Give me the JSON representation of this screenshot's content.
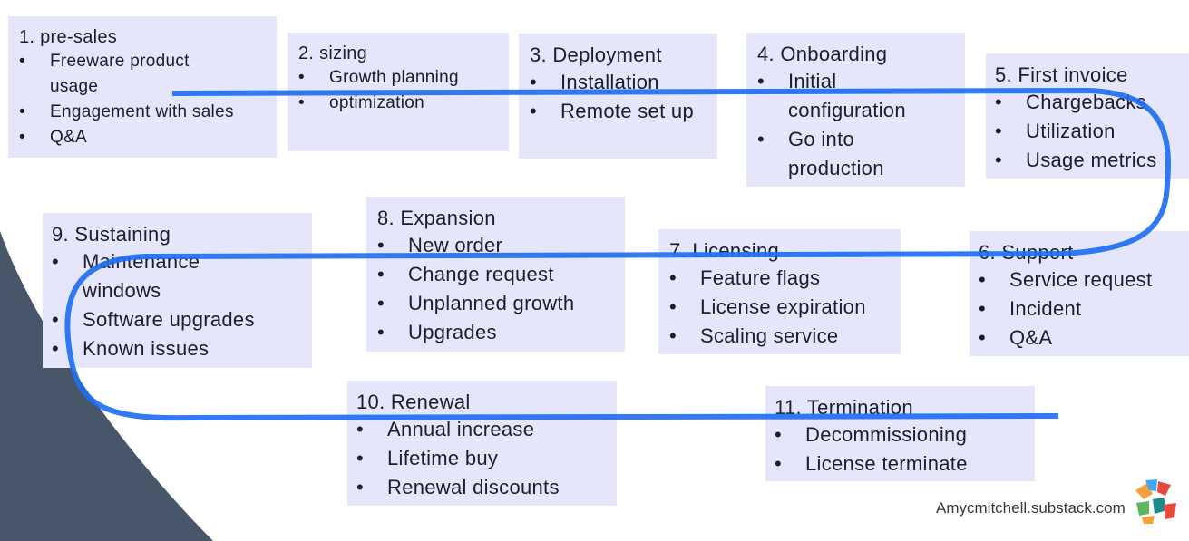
{
  "stages": [
    {
      "title": "1. pre-sales",
      "items": [
        "Freeware product usage",
        "Engagement with sales",
        "Q&A"
      ]
    },
    {
      "title": "2. sizing",
      "items": [
        "Growth planning",
        "optimization"
      ]
    },
    {
      "title": "3. Deployment",
      "items": [
        "Installation",
        "Remote set up"
      ]
    },
    {
      "title": "4. Onboarding",
      "items": [
        "Initial configuration",
        "Go into production"
      ]
    },
    {
      "title": "5. First invoice",
      "items": [
        "Chargebacks",
        "Utilization",
        "Usage metrics"
      ]
    },
    {
      "title": "6. Support",
      "items": [
        "Service request",
        "Incident",
        "Q&A"
      ]
    },
    {
      "title": "7. Licensing",
      "items": [
        "Feature flags",
        "License expiration",
        "Scaling service"
      ]
    },
    {
      "title": "8. Expansion",
      "items": [
        "New order",
        "Change request",
        "Unplanned growth",
        "Upgrades"
      ]
    },
    {
      "title": "9. Sustaining",
      "items": [
        "Maintenance windows",
        "Software upgrades",
        "Known issues"
      ]
    },
    {
      "title": "10. Renewal",
      "items": [
        "Annual increase",
        "Lifetime buy",
        "Renewal discounts"
      ]
    },
    {
      "title": "11. Termination",
      "items": [
        "Decommissioning",
        "License terminate"
      ]
    }
  ],
  "footer": {
    "credit": "Amycmitchell.substack.com"
  },
  "colors": {
    "card_fill": "#e6e6fa",
    "flow_line": "#1f6ff2",
    "corner_shape": "#48566a",
    "text": "#1d1d2b"
  },
  "icons": {
    "logo": "colorful-hands-logo"
  }
}
